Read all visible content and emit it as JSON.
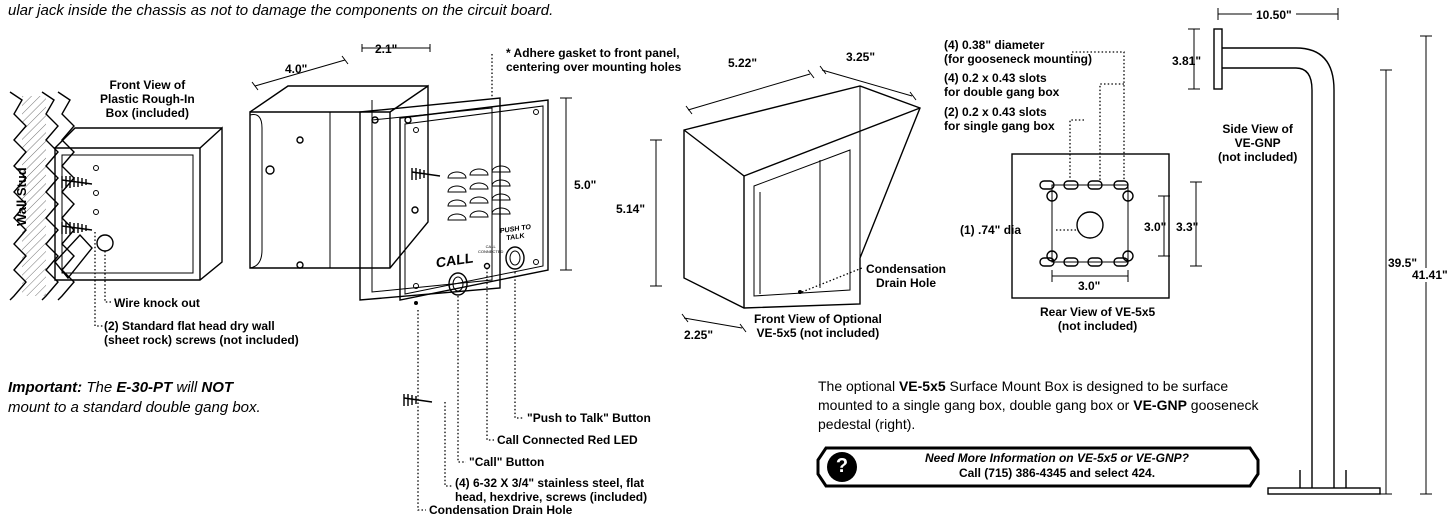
{
  "intro_text": "ular jack inside the chassis as not to damage the components on the circuit board.",
  "front_view_caption": "Front View of\nPlastic Rough-In\nBox (included)",
  "wall_stud_label": "Wall Stud",
  "wire_knockout_label": "Wire knock out",
  "screws_label": "(2) Standard flat head dry wall\n(sheet rock) screws (not included)",
  "important": {
    "prefix": "Important:",
    "part1": " The ",
    "model": "E-30-PT",
    "part2": " will ",
    "not": "NOT",
    "part3": "mount to a standard double gang box."
  },
  "box_dims": {
    "depth": "2.1\"",
    "width": "4.0\""
  },
  "gasket_label": "* Adhere gasket to front panel,\ncentering over mounting holes",
  "panel_height": "5.0\"",
  "panel_text": {
    "call": "CALL",
    "push_to_talk": "PUSH TO\nTALK",
    "call_connected": "CALL\nCONNECTED"
  },
  "callouts": {
    "push_to_talk": "\"Push to Talk\" Button",
    "call_led": "Call Connected Red LED",
    "call_button": "\"Call\" Button",
    "stainless_screws": "(4) 6-32 X 3/4\" stainless steel, flat\nhead, hexdrive, screws (included)",
    "drain_hole": "Condensation Drain Hole"
  },
  "ve5x5_front": {
    "width": "5.22\"",
    "depth": "3.25\"",
    "height": "5.14\"",
    "bottom": "2.25\"",
    "drain": "Condensation\nDrain Hole",
    "caption": "Front View of Optional\nVE-5x5 (not included)"
  },
  "rear_view": {
    "diameter_038": "(4) 0.38\" diameter\n(for gooseneck mounting)",
    "double_slots": "(4) 0.2 x 0.43 slots\nfor double gang box",
    "single_slots": "(2) 0.2 x 0.43 slots\nfor single gang box",
    "center_hole": "(1) .74\" dia",
    "dim_inner_v": "3.0\"",
    "dim_outer_v": "3.3\"",
    "dim_horiz": "3.0\"",
    "caption": "Rear View of VE-5x5\n(not included)"
  },
  "gooseneck": {
    "width": "10.50\"",
    "top": "3.81\"",
    "mid": "39.5\"",
    "full": "41.41\"",
    "caption": "Side View of\nVE-GNP\n(not included)"
  },
  "description": {
    "p1": "The optional ",
    "b1": "VE-5x5",
    "p2": " Surface Mount Box is designed to be surface mounted to a single gang box, double gang box or ",
    "b2": "VE-GNP",
    "p3": " gooseneck pedestal (right)."
  },
  "info_box": {
    "question": "?",
    "line1": "Need More Information on VE-5x5 or VE-GNP?",
    "line2": "Call (715) 386-4345 and select 424."
  }
}
